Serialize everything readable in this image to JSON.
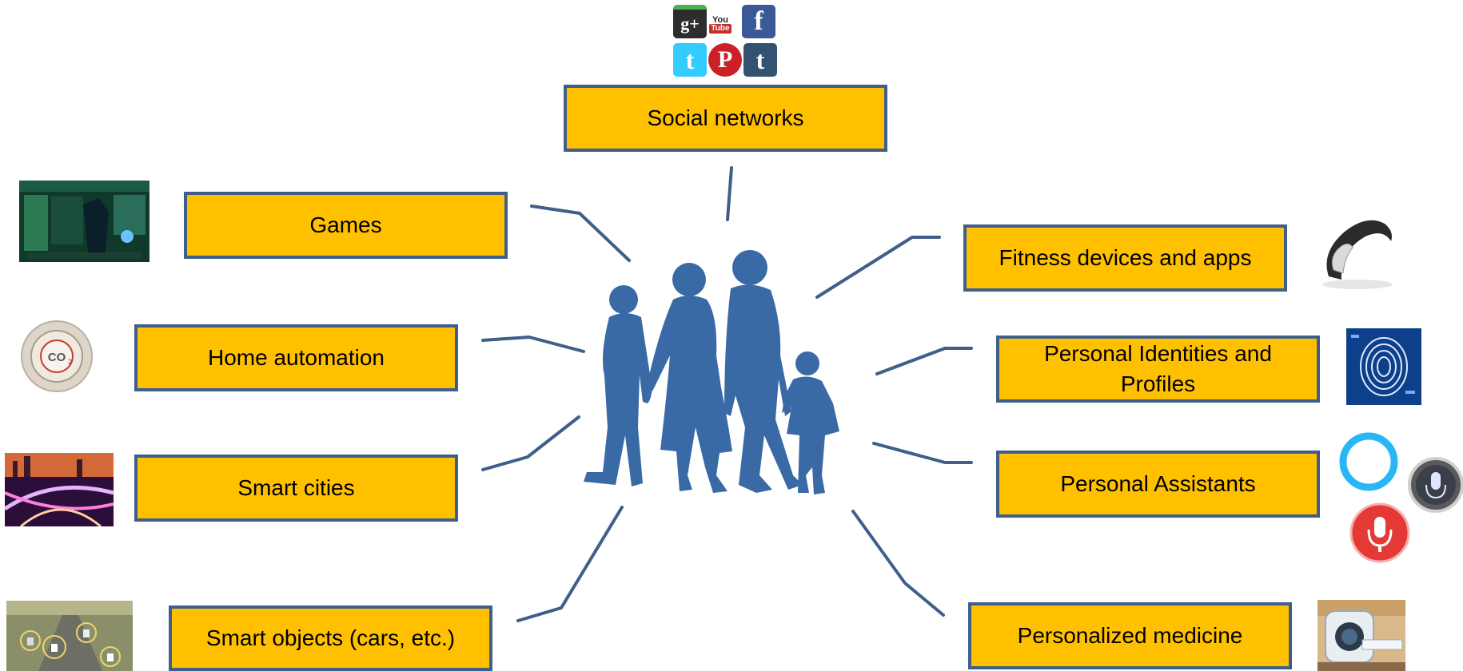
{
  "center": {
    "icon": "family-silhouette-icon"
  },
  "social_icons": [
    {
      "name": "google-plus-icon",
      "glyph": "g+",
      "color": "#2d2d2d"
    },
    {
      "name": "youtube-icon",
      "glyph": "You Tube",
      "color": "#c4302b"
    },
    {
      "name": "facebook-icon",
      "glyph": "f",
      "color": "#3b5998"
    },
    {
      "name": "twitter-icon",
      "glyph": "t",
      "color": "#33ccff"
    },
    {
      "name": "pinterest-icon",
      "glyph": "P",
      "color": "#cb2027"
    },
    {
      "name": "tumblr-icon",
      "glyph": "t",
      "color": "#34526f"
    }
  ],
  "nodes": [
    {
      "id": "social-networks",
      "label": "Social networks",
      "icon": "social-media-icons"
    },
    {
      "id": "games",
      "label": "Games",
      "icon": "video-game-screenshot-icon"
    },
    {
      "id": "home-automation",
      "label": "Home automation",
      "icon": "co2-sensor-icon"
    },
    {
      "id": "smart-cities",
      "label": "Smart cities",
      "icon": "city-night-icon"
    },
    {
      "id": "smart-objects",
      "label": "Smart objects (cars, etc.)",
      "icon": "connected-cars-icon"
    },
    {
      "id": "fitness",
      "label": "Fitness devices and apps",
      "icon": "fitness-band-icon"
    },
    {
      "id": "identities",
      "label": "Personal Identities and Profiles",
      "icon": "fingerprint-icon"
    },
    {
      "id": "assistants",
      "label": "Personal Assistants",
      "icon": "voice-assistant-icons"
    },
    {
      "id": "medicine",
      "label": "Personalized medicine",
      "icon": "medical-scanner-icon"
    }
  ],
  "colors": {
    "box_fill": "#ffc000",
    "box_border": "#3f5f8a",
    "connector": "#3f5f8a",
    "silhouette": "#3a6aa6"
  }
}
